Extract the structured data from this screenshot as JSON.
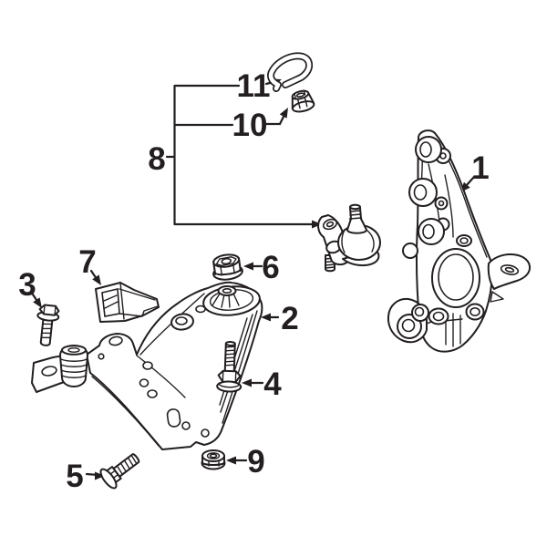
{
  "diagram": {
    "background": "#ffffff",
    "line_color": "#231f20",
    "callouts": {
      "c1": {
        "label": "1"
      },
      "c2": {
        "label": "2"
      },
      "c3": {
        "label": "3"
      },
      "c4": {
        "label": "4"
      },
      "c5": {
        "label": "5"
      },
      "c6": {
        "label": "6"
      },
      "c7": {
        "label": "7"
      },
      "c8": {
        "label": "8"
      },
      "c9": {
        "label": "9"
      },
      "c10": {
        "label": "10"
      },
      "c11": {
        "label": "11"
      }
    }
  }
}
